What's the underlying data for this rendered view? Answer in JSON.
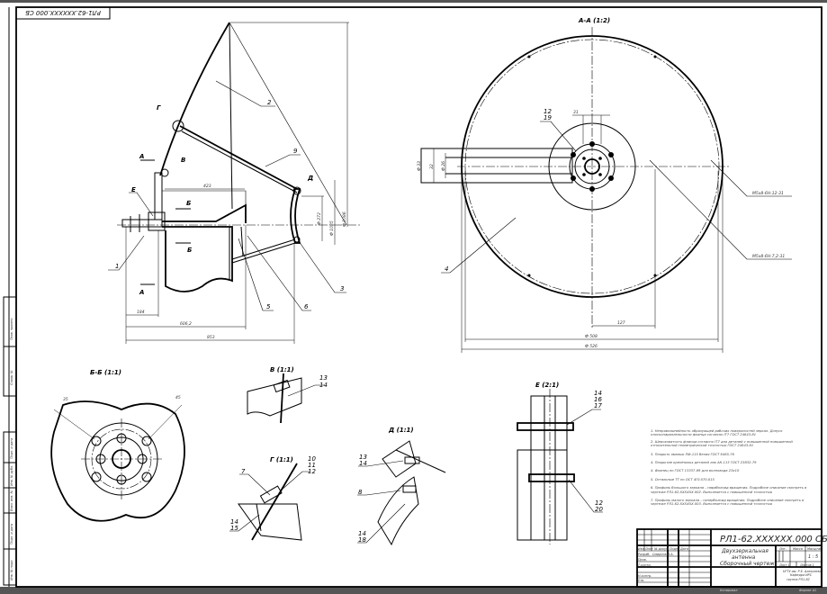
{
  "top_stamp": "РЛ1-62.XXXXXX.000 СБ",
  "main_view": {
    "labels": {
      "l1": "1",
      "l2": "2",
      "l3": "3",
      "l5": "5",
      "l6": "6",
      "l9": "9",
      "g": "Г",
      "v": "В",
      "d": "Д",
      "e": "Е",
      "a1": "А",
      "a2": "А",
      "b1": "Б",
      "b2": "Б"
    },
    "dims": {
      "d184": "184",
      "d606": "606,2",
      "d853": "853",
      "d423": "423",
      "phi1": "Ф 1085",
      "phi2": "Ф 1086",
      "phi3": "Ф 272"
    }
  },
  "section_aa": {
    "title": "А-А (1:2)",
    "labels": {
      "l4": "4",
      "l12": "12",
      "l19": "19",
      "thread1": "М5х8-6Н-12-31",
      "thread2": "М5х8-6Н-7,2-31"
    },
    "dims": {
      "d508": "Ф 508",
      "d526": "Ф 526",
      "d127": "127",
      "d31": "31",
      "dphi1": "Ф 33",
      "dphi2": "32",
      "dphi3": "Ф 26"
    }
  },
  "section_bb": {
    "title": "Б-Б (1:1)",
    "dims": {
      "a": "35",
      "b": "45"
    }
  },
  "view_v": {
    "title": "В (1:1)",
    "labels": [
      "13",
      "14"
    ]
  },
  "view_g": {
    "title": "Г (1:1)",
    "labels": [
      "7",
      "10",
      "11",
      "12",
      "14",
      "15"
    ]
  },
  "view_d": {
    "title": "Д (1:1)",
    "labels": [
      "13",
      "14",
      "8",
      "14",
      "18"
    ]
  },
  "view_e": {
    "title": "Е (2:1)",
    "labels": [
      "14",
      "16",
      "17",
      "12",
      "20"
    ]
  },
  "notes": [
    "1. Непрямолинейность образующей рабочих поверхностей зеркал. Допуск плоскопараллельности фланца согласно IT7 ГОСТ 24643-81",
    "2. Шероховатость фланца согласно IT7 для деталей с повышенной повышенной относительной геометрической точностью ГОСТ 24643-81",
    "3. Покрыть эмалью ПФ-115 белая ГОСТ 6465-76",
    "4. Покрытие крепёжных деталей лак АК-113 ГОСТ 23832-79",
    "4. Фланец по ГОСТ 13337-89 для волновода 23х10",
    "5. Остальные ТТ по ОСТ 4Г0.070.015",
    "6. Профиль большого зеркала – параболоид вращения. Подробное описание смотреть в чертеже РЛ1-62.XXXXXX.002. Выполняется с повышенной точностью",
    "7. Профиль малого зеркала – гиперболоид вращения. Подробное описание смотреть в чертеже РЛ1-62.XXXXXX.003. Выполняется с повышенной точностью"
  ],
  "title_block": {
    "designation": "РЛ1-62.XXXXXX.000 СБ",
    "name_line1": "Двухзеркальная",
    "name_line2": "антенна",
    "name_line3": "Сборочный чертеж",
    "lit": "Лит.",
    "mass": "Масса",
    "scale_label": "Масштаб",
    "scale": "1 : 5",
    "sheet": "Лист 1",
    "sheets": "Листов 1",
    "org1": "НГТУ им. Р.Е. Алексеева",
    "org2": "Кафедра ИРС",
    "org3": "группа РЛ1-62",
    "hdr": [
      "Изм.",
      "Лист",
      "№ докум.",
      "Подп.",
      "Дата"
    ],
    "roles": [
      "Разраб.",
      "Пров.",
      "Т.контр.",
      "",
      "Н.контр.",
      "Утв."
    ],
    "developer": "Смирнов И.А.",
    "copied": "Копировал",
    "format": "Формат А1"
  },
  "side_stamp": [
    "Перв. примен.",
    "Справ. №",
    "Подп. и дата",
    "Инв. № дубл.",
    "Взам. инв. №",
    "Подп. и дата",
    "Инв. № подл."
  ]
}
